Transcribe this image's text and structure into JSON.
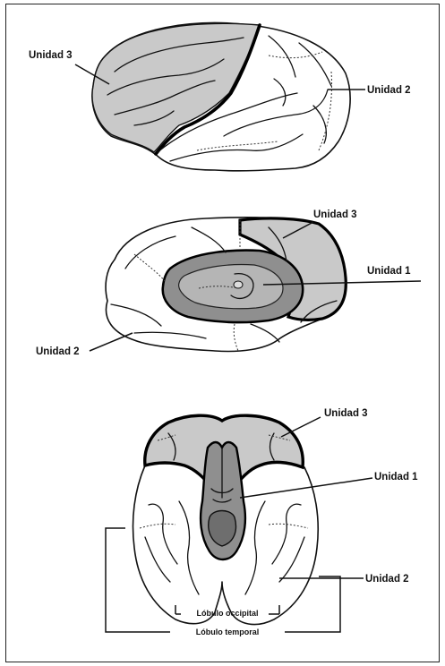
{
  "labels": {
    "top_unit3": "Unidad 3",
    "top_unit2": "Unidad 2",
    "mid_unit3": "Unidad 3",
    "mid_unit1": "Unidad 1",
    "mid_unit2": "Unidad 2",
    "bot_unit3": "Unidad 3",
    "bot_unit1": "Unidad 1",
    "bot_unit2": "Unidad 2",
    "occipital": "Lóbulo occipital",
    "temporal": "Lóbulo temporal"
  },
  "colors": {
    "unit3_fill": "#c9c9c9",
    "unit1_fill": "#8f8f8f",
    "unit1_inner": "#b5b5b5",
    "white": "#ffffff",
    "line": "#111111"
  }
}
